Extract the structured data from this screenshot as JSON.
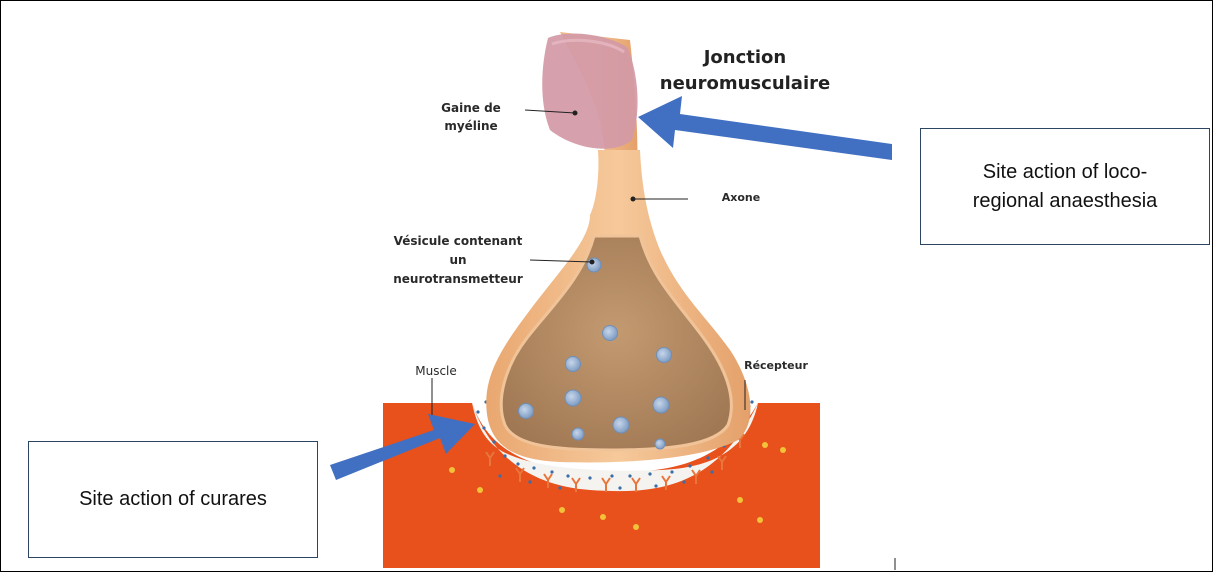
{
  "title": {
    "line1": "Jonction",
    "line2": "neuromusculaire"
  },
  "labels": {
    "myelin": {
      "line1": "Gaine de",
      "line2": "myéline"
    },
    "axon": "Axone",
    "vesicle": {
      "line1": "Vésicule contenant",
      "line2": "un",
      "line3": "neurotransmetteur"
    },
    "muscle": "Muscle",
    "receptor": "Récepteur"
  },
  "callouts": {
    "locoregional": {
      "line1": "Site action of loco-",
      "line2": "regional anaesthesia"
    },
    "curares": "Site action of curares"
  },
  "colors": {
    "muscle": "#e8501c",
    "axon": "#f0b985",
    "terminal_inner": "#b38a62",
    "myelin": "#d49aa8",
    "vesicle": "#8aa6c8",
    "arrow": "#4170c2",
    "cleft": "#f2f2ee",
    "receptor": "#e8763c"
  }
}
